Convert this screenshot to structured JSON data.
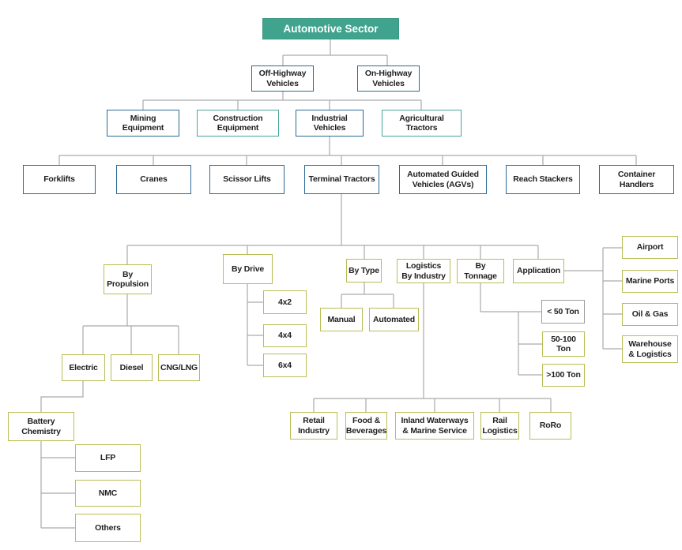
{
  "diagram": {
    "colors": {
      "root_fill": "#3FA38E",
      "blue_border": "#2B6A96",
      "teal_border": "#46A79C",
      "olive_border": "#B9BD54",
      "gray_border": "#9E9E9E",
      "connector_line": "#AAAAAA",
      "text": "#1F1F1F"
    },
    "nodes": {
      "root": "Automotive Sector",
      "off_highway": "Off-Highway Vehicles",
      "on_highway": "On-Highway Vehicles",
      "mining": "Mining Equipment",
      "construction": "Construction Equipment",
      "industrial": "Industrial Vehicles",
      "agricultural": "Agricultural Tractors",
      "forklifts": "Forklifts",
      "cranes": "Cranes",
      "scissor": "Scissor Lifts",
      "terminal": "Terminal Tractors",
      "agv": "Automated Guided Vehicles (AGVs)",
      "reach": "Reach Stackers",
      "container": "Container Handlers",
      "by_propulsion": "By Propulsion",
      "by_drive": "By Drive",
      "by_type": "By Type",
      "logistics": "Logistics By Industry",
      "by_tonnage": "By Tonnage",
      "application": "Application",
      "electric": "Electric",
      "diesel": "Diesel",
      "cng": "CNG/LNG",
      "battery": "Battery Chemistry",
      "lfp": "LFP",
      "nmc": "NMC",
      "others": "Others",
      "d4x2": "4x2",
      "d4x4": "4x4",
      "d6x4": "6x4",
      "manual": "Manual",
      "automated": "Automated",
      "retail": "Retail Industry",
      "food": "Food & Beverages",
      "inland": "Inland Waterways & Marine Service",
      "rail": "Rail Logistics",
      "roro": "RoRo",
      "t50": "< 50 Ton",
      "t50_100": "50-100 Ton",
      "t100": ">100 Ton",
      "airport": "Airport",
      "marine_ports": "Marine Ports",
      "oil_gas": "Oil & Gas",
      "warehouse": "Warehouse & Logistics"
    },
    "hierarchy": {
      "root": [
        "off_highway",
        "on_highway"
      ],
      "off_highway": [
        "mining",
        "construction",
        "industrial",
        "agricultural"
      ],
      "industrial": [
        "forklifts",
        "cranes",
        "scissor",
        "terminal",
        "agv",
        "reach",
        "container"
      ],
      "terminal": [
        "by_propulsion",
        "by_drive",
        "by_type",
        "logistics",
        "by_tonnage",
        "application"
      ],
      "by_propulsion": [
        "electric",
        "diesel",
        "cng"
      ],
      "electric": [
        "battery"
      ],
      "battery": [
        "lfp",
        "nmc",
        "others"
      ],
      "by_drive": [
        "d4x2",
        "d4x4",
        "d6x4"
      ],
      "by_type": [
        "manual",
        "automated"
      ],
      "logistics": [
        "retail",
        "food",
        "inland",
        "rail",
        "roro"
      ],
      "by_tonnage": [
        "t50",
        "t50_100",
        "t100"
      ],
      "application": [
        "airport",
        "marine_ports",
        "oil_gas",
        "warehouse"
      ]
    }
  }
}
